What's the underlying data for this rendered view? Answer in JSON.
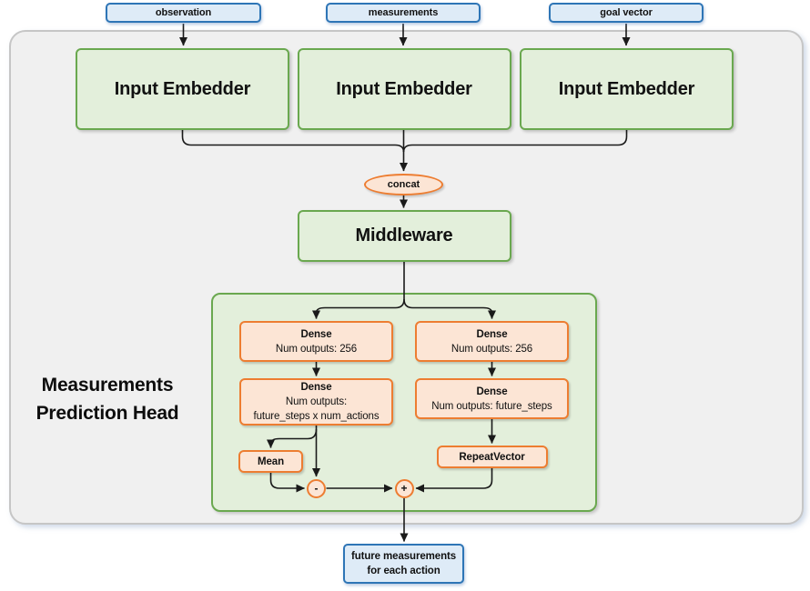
{
  "top_inputs": [
    "observation",
    "measurements",
    "goal vector"
  ],
  "embedders": [
    "Input Embedder",
    "Input Embedder",
    "Input Embedder"
  ],
  "concat_label": "concat",
  "middleware_label": "Middleware",
  "head": {
    "label_line1": "Measurements",
    "label_line2": "Prediction Head",
    "left_branch": {
      "dense1": {
        "title": "Dense",
        "subtitle": "Num outputs: 256"
      },
      "dense2": {
        "title": "Dense",
        "subtitle": "Num outputs:",
        "subtitle2": "future_steps x num_actions"
      },
      "mean_label": "Mean",
      "minus_label": "-"
    },
    "right_branch": {
      "dense1": {
        "title": "Dense",
        "subtitle": "Num outputs: 256"
      },
      "dense2": {
        "title": "Dense",
        "subtitle": "Num outputs: future_steps"
      },
      "repeat_label": "RepeatVector",
      "plus_label": "+"
    }
  },
  "output_box": {
    "line1": "future measurements",
    "line2": "for each action"
  },
  "colors": {
    "blue_border": "#2e75b6",
    "blue_fill": "#deebf7",
    "green_border": "#6aa84f",
    "green_fill": "#e3efdb",
    "orange_border": "#ed7d31",
    "orange_fill": "#fce5d5",
    "panel_fill": "#f0f0f0",
    "panel_border": "#c6c6c6",
    "arrow": "#1a1a1a"
  }
}
